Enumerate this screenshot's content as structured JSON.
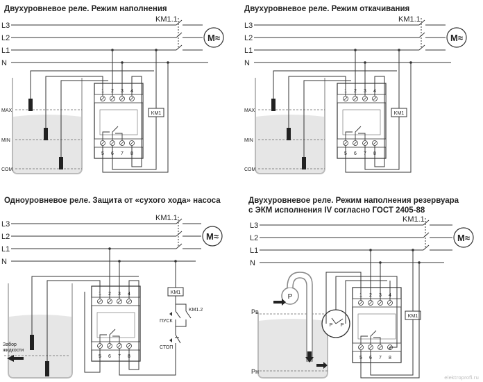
{
  "panels": [
    {
      "title": "Двухуровневое реле. Режим наполнения",
      "contactor": "KM1.1",
      "lines": [
        "L3",
        "L2",
        "L1",
        "N"
      ],
      "motor": "M≈",
      "coil": "KM1",
      "levels": [
        "MAX",
        "MIN",
        "COM"
      ],
      "terminals_top": [
        "1",
        "2",
        "3",
        "4"
      ],
      "terminals_bottom": [
        "5",
        "6",
        "7",
        "8"
      ]
    },
    {
      "title": "Двухуровневое реле. Режим откачивания",
      "contactor": "KM1.1",
      "lines": [
        "L3",
        "L2",
        "L1",
        "N"
      ],
      "motor": "M≈",
      "coil": "KM1",
      "levels": [
        "MAX",
        "MIN",
        "COM"
      ],
      "terminals_top": [
        "1",
        "2",
        "3",
        "4"
      ],
      "terminals_bottom": [
        "5",
        "6",
        "7",
        "8"
      ]
    },
    {
      "title": "Одноуровневое реле. Защита от «сухого хода» насоса",
      "contactor": "KM1.1",
      "lines": [
        "L3",
        "L2",
        "L1",
        "N"
      ],
      "motor": "M≈",
      "coil": "KM1",
      "aux_contact": "KM1.2",
      "start": "ПУСК",
      "stop": "СТОП",
      "intake_line1": "Забор",
      "intake_line2": "жидкости",
      "terminals_top": [
        "1",
        "2",
        "3",
        "4"
      ],
      "terminals_bottom": [
        "5",
        "6",
        "7",
        "8"
      ]
    },
    {
      "title_line1": "Двухуровневое реле. Режим наполнения резервуара",
      "title_line2": "с ЭКМ исполнения IV согласно ГОСТ 2405-88",
      "contactor": "KM1.1",
      "lines": [
        "L3",
        "L2",
        "L1",
        "N"
      ],
      "motor": "M≈",
      "coil": "KM1",
      "pump": "P",
      "gauge_low": "Pн",
      "gauge_high": "Pв",
      "level_high": "Pв",
      "level_low": "Pн",
      "terminals_top": [
        "1",
        "2",
        "3",
        "4"
      ],
      "terminals_bottom": [
        "5",
        "6",
        "7",
        "8"
      ]
    }
  ],
  "watermark": "elektroprofi.ru"
}
